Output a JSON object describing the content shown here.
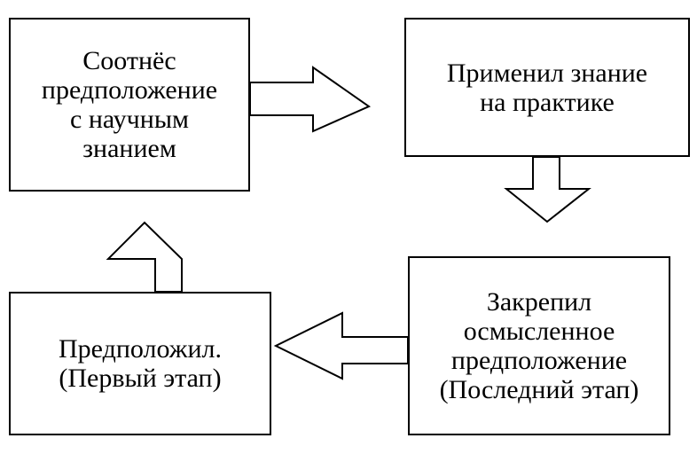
{
  "diagram": {
    "boxes": {
      "correlate": {
        "line1": "Соотнёс",
        "line2": "предположение",
        "line3": "с научным",
        "line4": "знанием"
      },
      "applied": {
        "line1": "Применил знание",
        "line2": "на практике"
      },
      "consolidated": {
        "line1": "Закрепил",
        "line2": "осмысленное",
        "line3": "предположение",
        "line4": "(Последний этап)"
      },
      "assumed": {
        "line1": "Предположил.",
        "line2": "(Первый этап)"
      }
    },
    "colors": {
      "stroke": "#000000",
      "fill": "#ffffff"
    }
  }
}
